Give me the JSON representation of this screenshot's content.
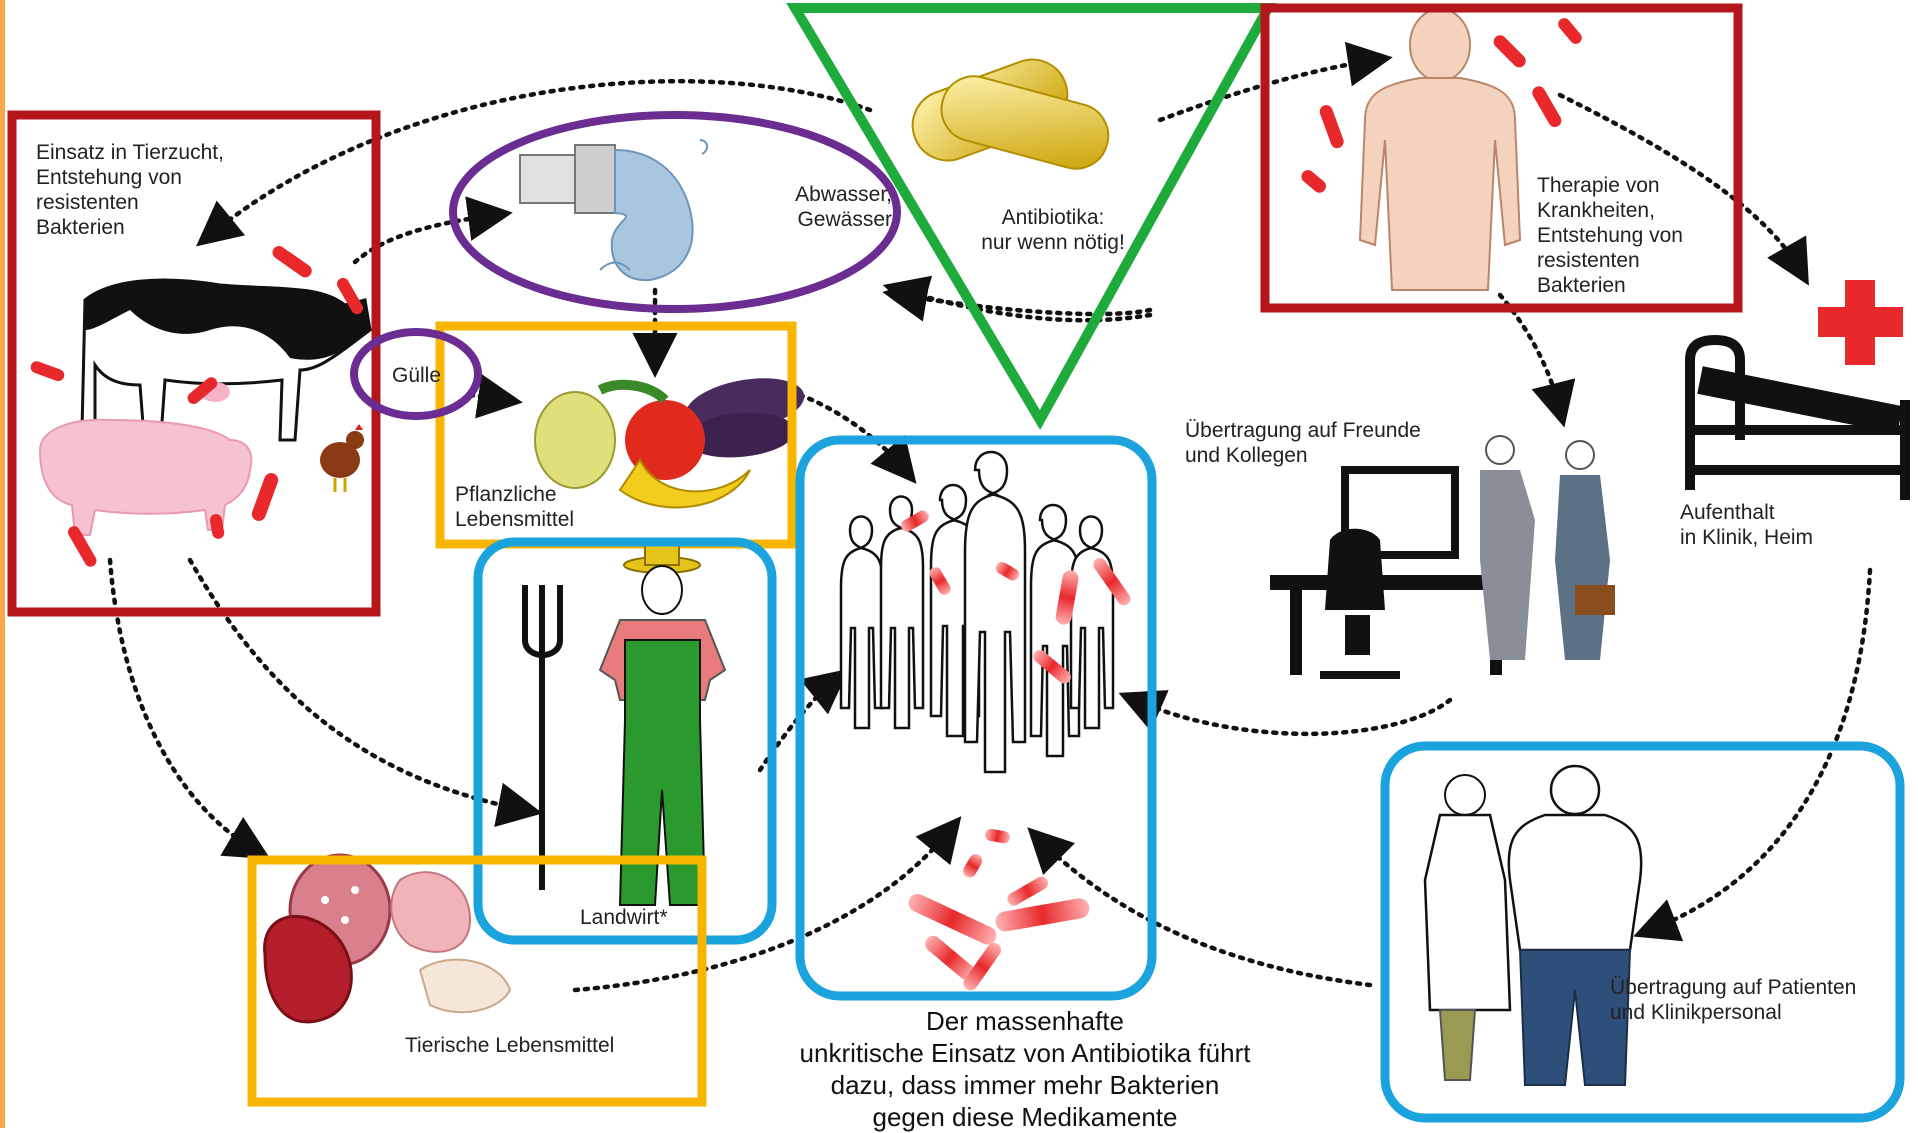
{
  "labels": {
    "livestock": "Einsatz in Tierzucht,\nEntstehung von\nresistenten\nBakterien",
    "wastewater": "Abwasser,\nGewässer",
    "antibiotics": "Antibiotika:\nnur wenn nötig!",
    "therapy": "Therapie von\nKrankheiten,\nEntstehung von\nresistenten\nBakterien",
    "manure": "Gülle",
    "plant_food": "Pflanzliche\nLebensmittel",
    "friends": "Übertragung auf Freunde\nund Kollegen",
    "clinic": "Aufenthalt\nin Klinik, Heim",
    "farmer": "Landwirt*",
    "animal_food": "Tierische Lebensmittel",
    "patients": "Übertragung auf Patienten\nund Klinikpersonal",
    "caption": "Der massenhafte\nunkritische Einsatz von Antibiotika führt\ndazu, dass immer mehr Bakterien\ngegen diese Medikamente"
  },
  "colors": {
    "red_box": "#b5161b",
    "purple_outline": "#6b2d91",
    "orange_box": "#f7b500",
    "blue_box": "#1aa3dc",
    "green_triangle": "#1faa3c",
    "bacteria": "#e8282b",
    "arrow": "#111111"
  },
  "icons": [
    "cow-icon",
    "pig-icon",
    "chicken-icon",
    "pipe-water-icon",
    "capsule-icon",
    "human-body-icon",
    "vegetables-icon",
    "farmer-icon",
    "crowd-icon",
    "bacteria-icon",
    "office-icon",
    "hospital-bed-icon",
    "red-cross-icon",
    "meat-icon",
    "doctor-patient-icon"
  ]
}
